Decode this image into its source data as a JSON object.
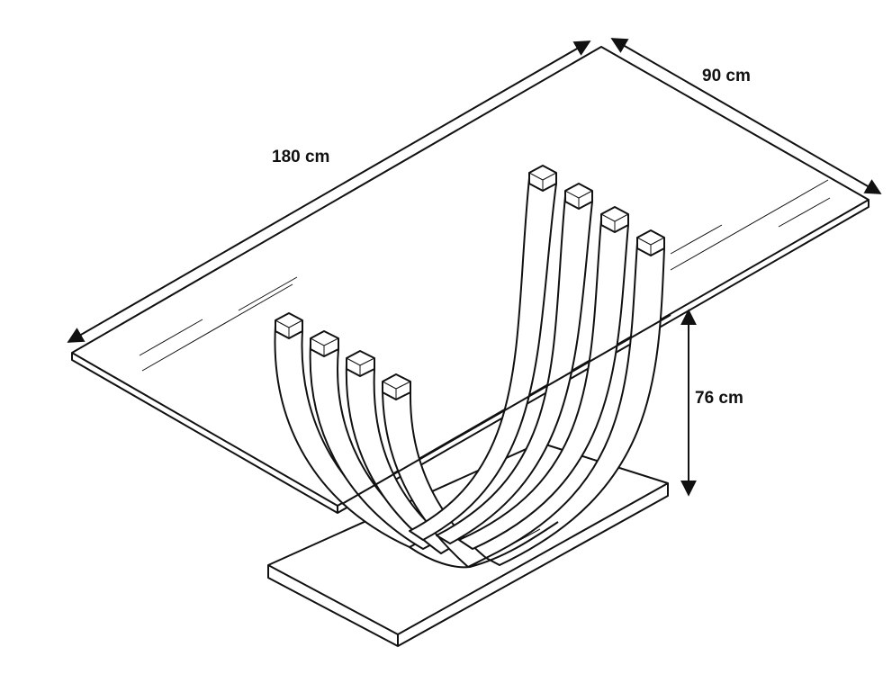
{
  "dimensions": {
    "length": "180 cm",
    "width": "90 cm",
    "height": "76 cm"
  }
}
